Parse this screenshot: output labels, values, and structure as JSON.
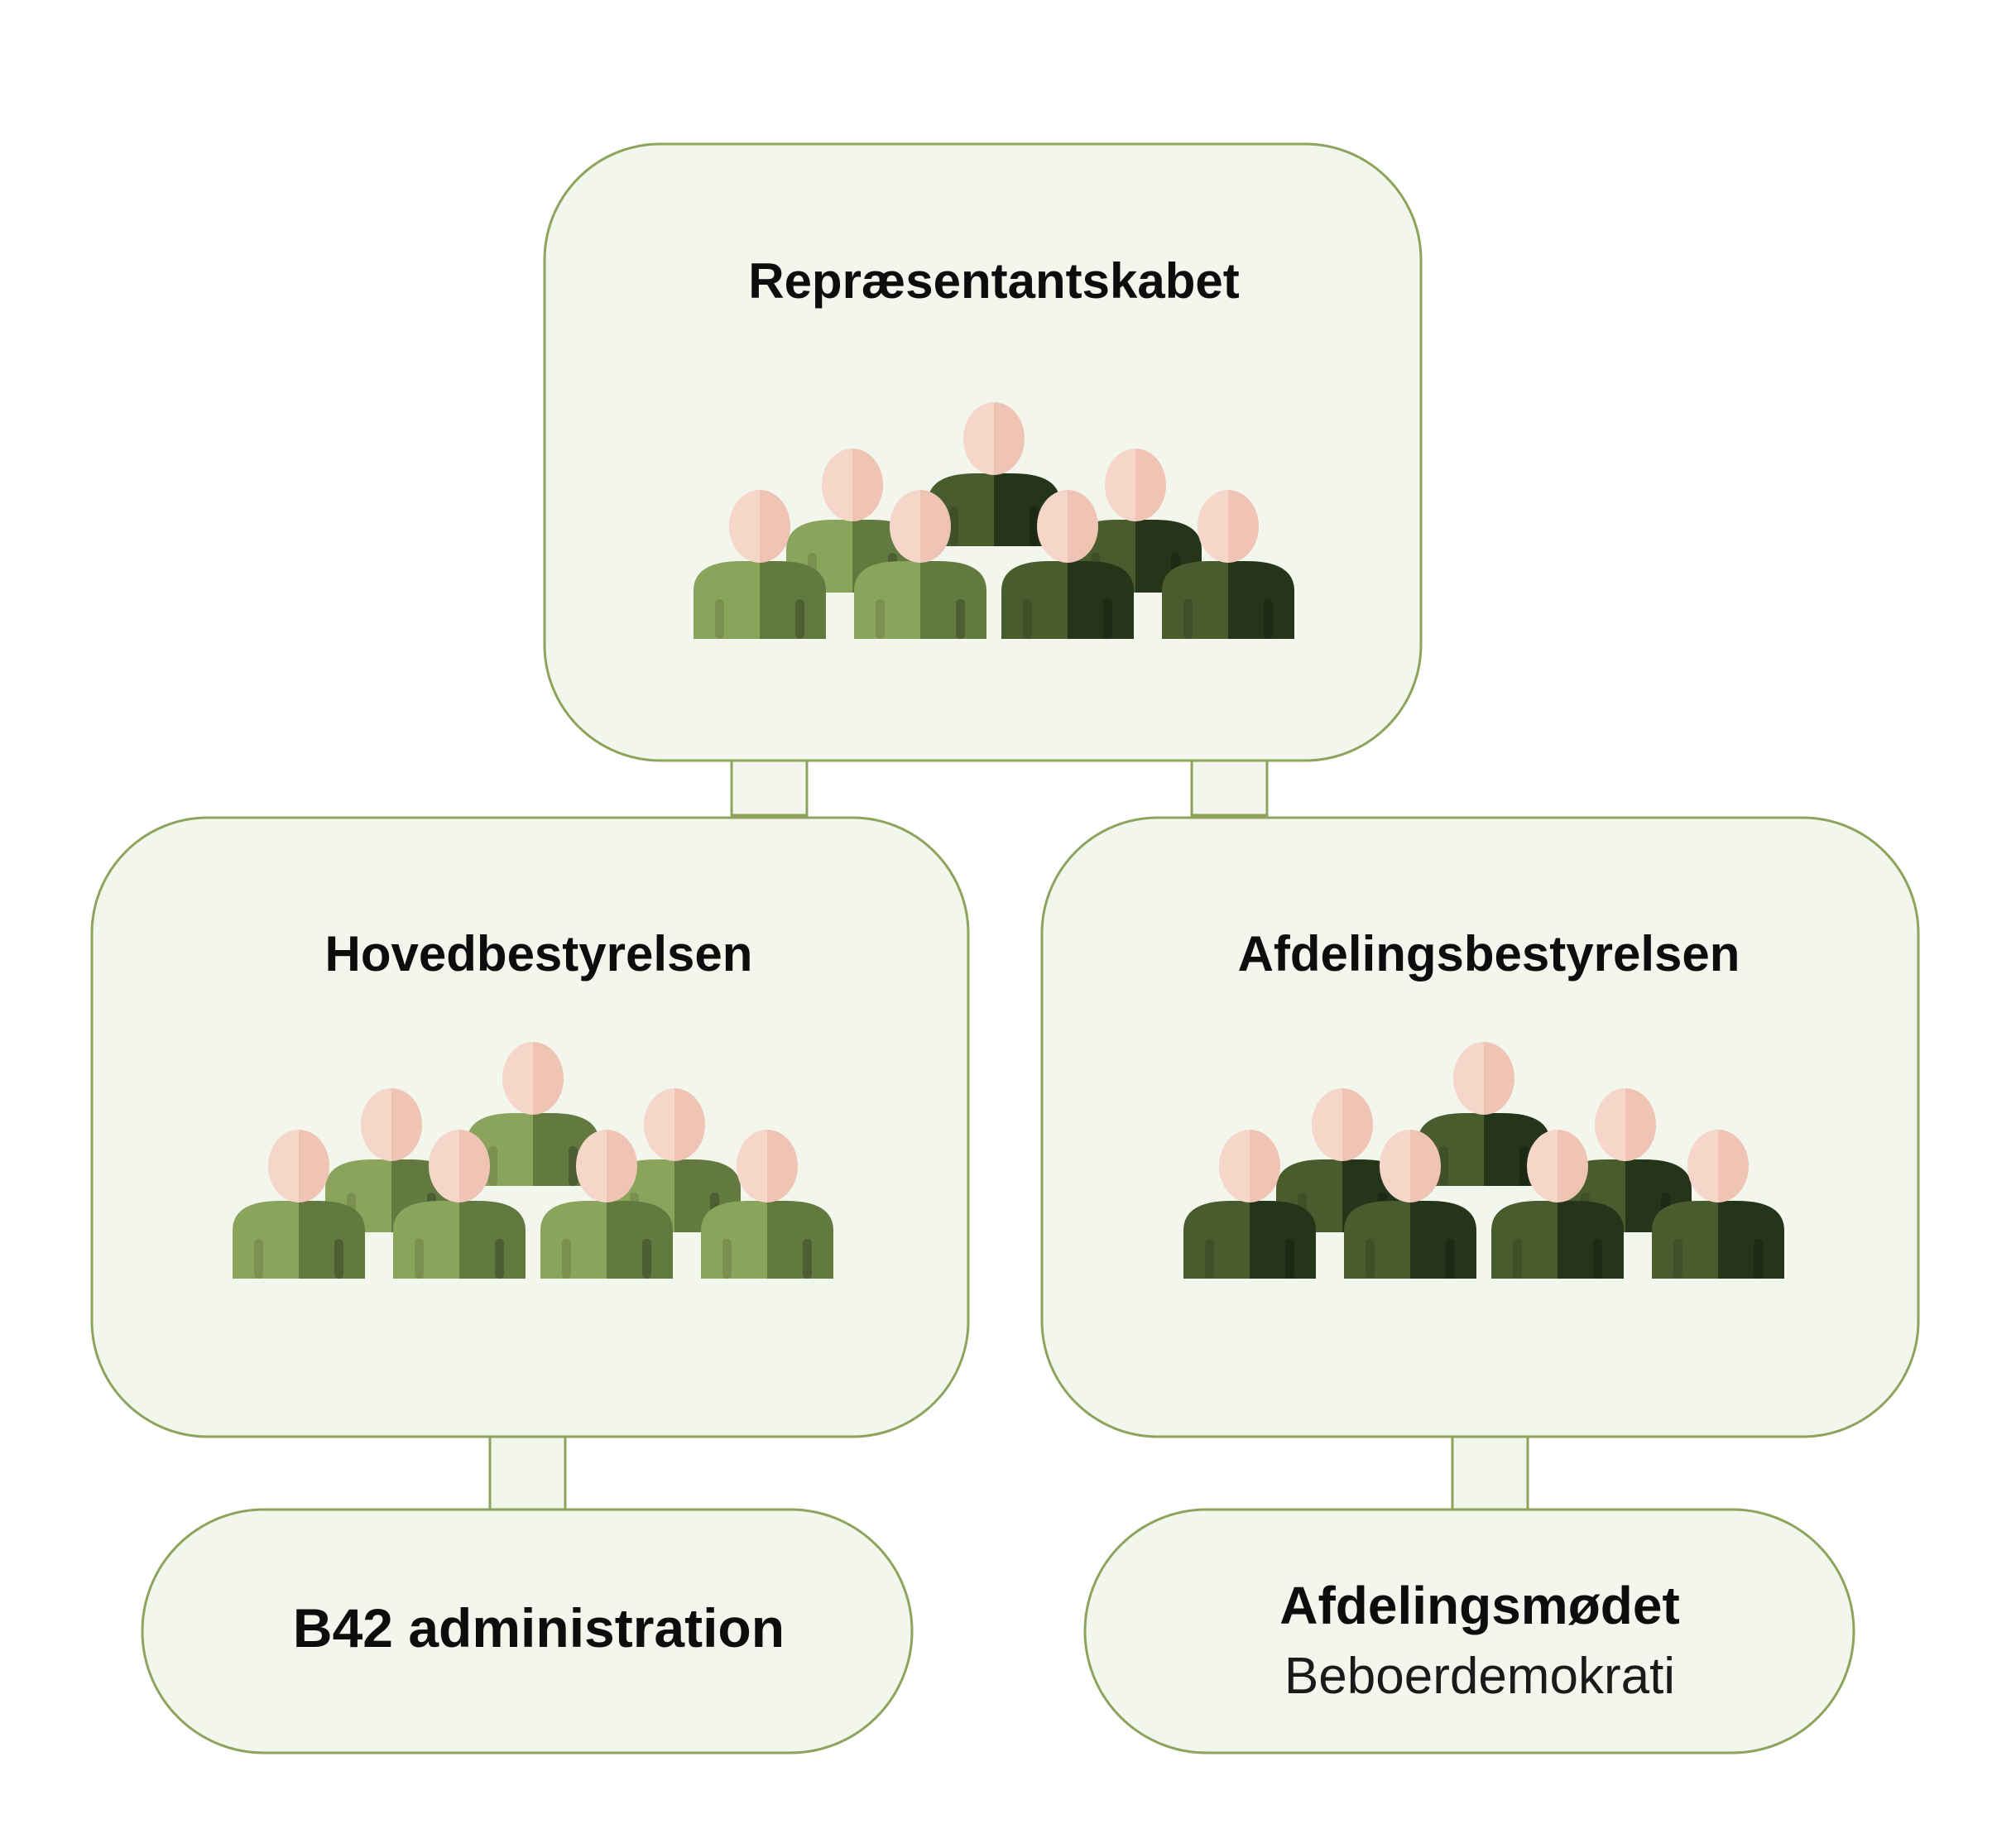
{
  "colors": {
    "box_fill": "#f2f6ec",
    "box_stroke": "#8ea45d",
    "head_light": "#f5d6c8",
    "head_shade": "#efc4b4",
    "light_green_left": "#8aa45c",
    "light_green_right": "#627a40",
    "dark_green_left": "#485c2e",
    "dark_green_right": "#25351a"
  },
  "nodes": {
    "reprasentantskabet": {
      "title": "Repræsentantskabet",
      "icon": "people-group-icon",
      "palette": "mixed"
    },
    "hovedbestyrelsen": {
      "title": "Hovedbestyrelsen",
      "icon": "people-group-icon",
      "palette": "light"
    },
    "afdelingsbestyrelsen": {
      "title": "Afdelingsbestyrelsen",
      "icon": "people-group-icon",
      "palette": "dark"
    },
    "b42_administration": {
      "title": "B42 administration"
    },
    "afdelingsmodet": {
      "title": "Afdelingsmødet",
      "subtitle": "Beboerdemokrati"
    }
  }
}
